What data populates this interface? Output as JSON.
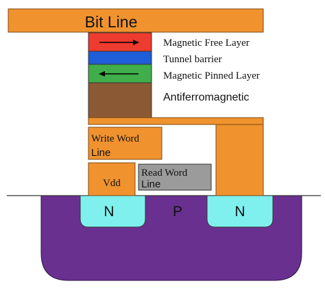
{
  "bit_line": {
    "label": "Bit Line"
  },
  "mtj_stack": {
    "free_layer": {
      "label": "Magnetic Free Layer",
      "arrow": "right-arrow-icon"
    },
    "tunnel_barrier": {
      "label": "Tunnel barrier"
    },
    "pinned_layer": {
      "label": "Magnetic Pinned Layer",
      "arrow": "left-arrow-icon"
    },
    "antiferromagnetic": {
      "label": "Antiferromagnetic"
    }
  },
  "lines": {
    "write_word_line": {
      "line1": "Write Word",
      "line2": "Line"
    },
    "read_word_line": {
      "line1": "Read Word",
      "line2": "Line"
    },
    "vdd": {
      "label": "Vdd"
    }
  },
  "substrate": {
    "left_region": "N",
    "middle_region": "P",
    "right_region": "N"
  },
  "colors": {
    "metal": "#f0922e",
    "free_layer": "#ee3b2f",
    "tunnel_barrier": "#1f5ed8",
    "pinned_layer": "#3fae4b",
    "antiferromagnetic": "#8b5a34",
    "read_word_line": "#9b9b9b",
    "p_substrate": "#6a3090",
    "n_region": "#7ff0ee"
  }
}
